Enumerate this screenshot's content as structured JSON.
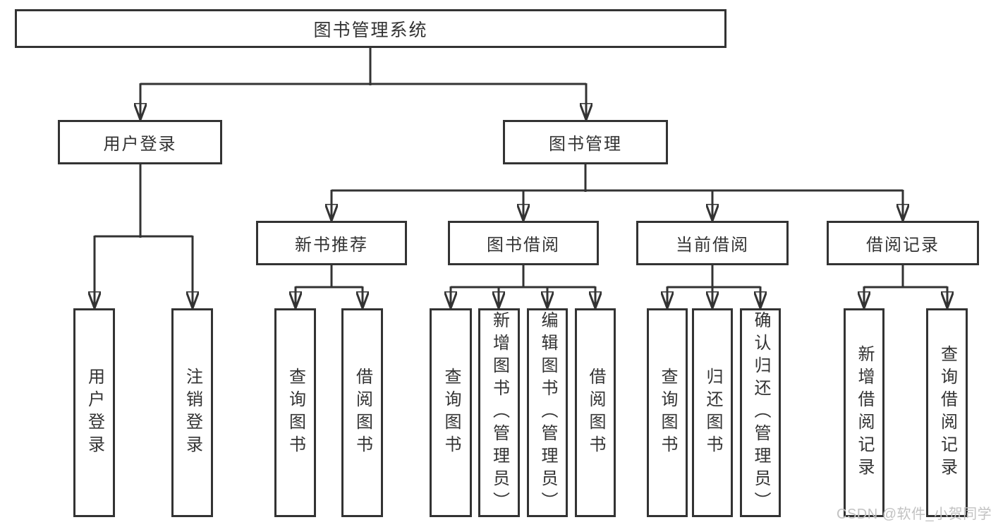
{
  "nodes": {
    "root": "图书管理系统",
    "login": "用户登录",
    "management": "图书管理",
    "recommend": "新书推荐",
    "borrow": "图书借阅",
    "current": "当前借阅",
    "records": "借阅记录",
    "login_children": [
      "用户登录",
      "注销登录"
    ],
    "recommend_children": [
      "查询图书",
      "借阅图书"
    ],
    "borrow_children": [
      "查询图书",
      "新增图书（管理员）",
      "编辑图书（管理员）",
      "借阅图书"
    ],
    "current_children": [
      "查询图书",
      "归还图书",
      "确认归还（管理员）"
    ],
    "records_children": [
      "新增借阅记录",
      "查询借阅记录"
    ]
  },
  "watermark": "CSDN @软件_小贺同学",
  "colors": {
    "line": "#333333",
    "box_border": "#333333",
    "text": "#333333",
    "background": "#ffffff",
    "watermark": "#c2c2c2"
  }
}
